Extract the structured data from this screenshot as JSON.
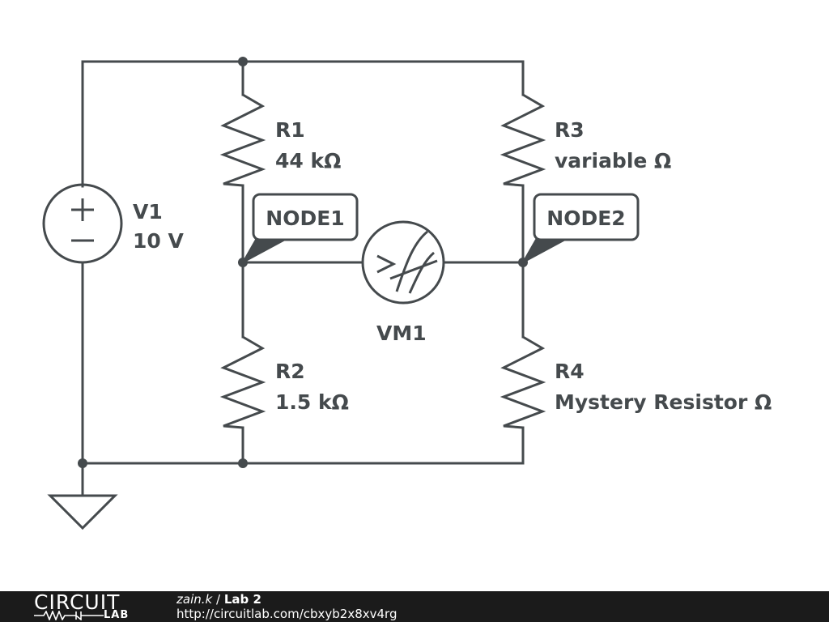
{
  "components": {
    "v1": {
      "name": "V1",
      "value": "10 V",
      "plus": "+",
      "minus": "−"
    },
    "r1": {
      "name": "R1",
      "value": "44 kΩ"
    },
    "r2": {
      "name": "R2",
      "value": "1.5 kΩ"
    },
    "r3": {
      "name": "R3",
      "value": "variable Ω"
    },
    "r4": {
      "name": "R4",
      "value": "Mystery Resistor Ω"
    },
    "vm1": {
      "name": "VM1",
      "symbol": ">"
    }
  },
  "nodes": {
    "node1": "NODE1",
    "node2": "NODE2"
  },
  "footer": {
    "logo_top": "CIRCUIT",
    "logo_bottom": "LAB",
    "author": "zain.k",
    "separator": "/",
    "title": "Lab 2",
    "url": "http://circuitlab.com/cbxyb2x8xv4rg"
  },
  "colors": {
    "schematic": "#454a4d",
    "footer_bg": "#1b1b1b",
    "footer_text": "#ffffff"
  }
}
